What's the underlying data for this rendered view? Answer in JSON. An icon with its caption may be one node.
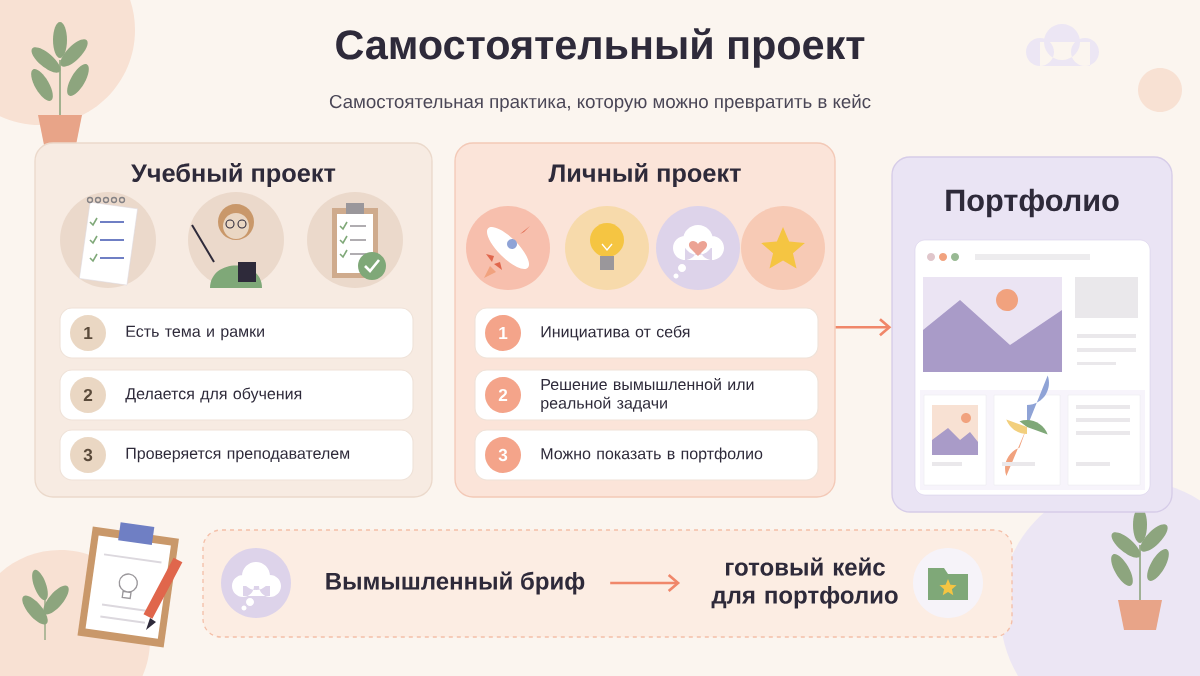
{
  "diagram": {
    "title": "Самостоятельный проект",
    "nodes": [
      {
        "text": [
          "Учебный проект"
        ]
      },
      {
        "text": [
          "1",
          "Есть тема и рамки"
        ],
        "in": 0
      },
      {
        "text": [
          "2",
          "Делается для обучения"
        ],
        "in": 0
      },
      {
        "text": [
          "3",
          "Проверяется преподавателем"
        ],
        "in": 0
      },
      {
        "text": [
          "Личный проект"
        ]
      },
      {
        "text": [
          "1",
          "Инициатива от себя"
        ],
        "in": 4
      },
      {
        "text": [
          "2",
          "Решение вымышленной или реальной задачи"
        ],
        "in": 4
      },
      {
        "text": [
          "3",
          "Можно показать в портфолио"
        ],
        "in": 4
      },
      {
        "text": [
          "Портфолио"
        ]
      },
      {
        "text": [],
        "shape": "box"
      },
      {
        "text": [
          "Вымышленный бриф"
        ],
        "in": 9
      },
      {
        "text": [
          "готовый кейс для портфолио"
        ],
        "in": 9
      }
    ],
    "edges": [
      {
        "from": 4,
        "to": 8,
        "arrow": "to"
      },
      {
        "from": 10,
        "to": 11,
        "arrow": "to"
      }
    ],
    "labels": [
      "Самостоятельная практика, которую можно превратить в кейс"
    ]
  }
}
